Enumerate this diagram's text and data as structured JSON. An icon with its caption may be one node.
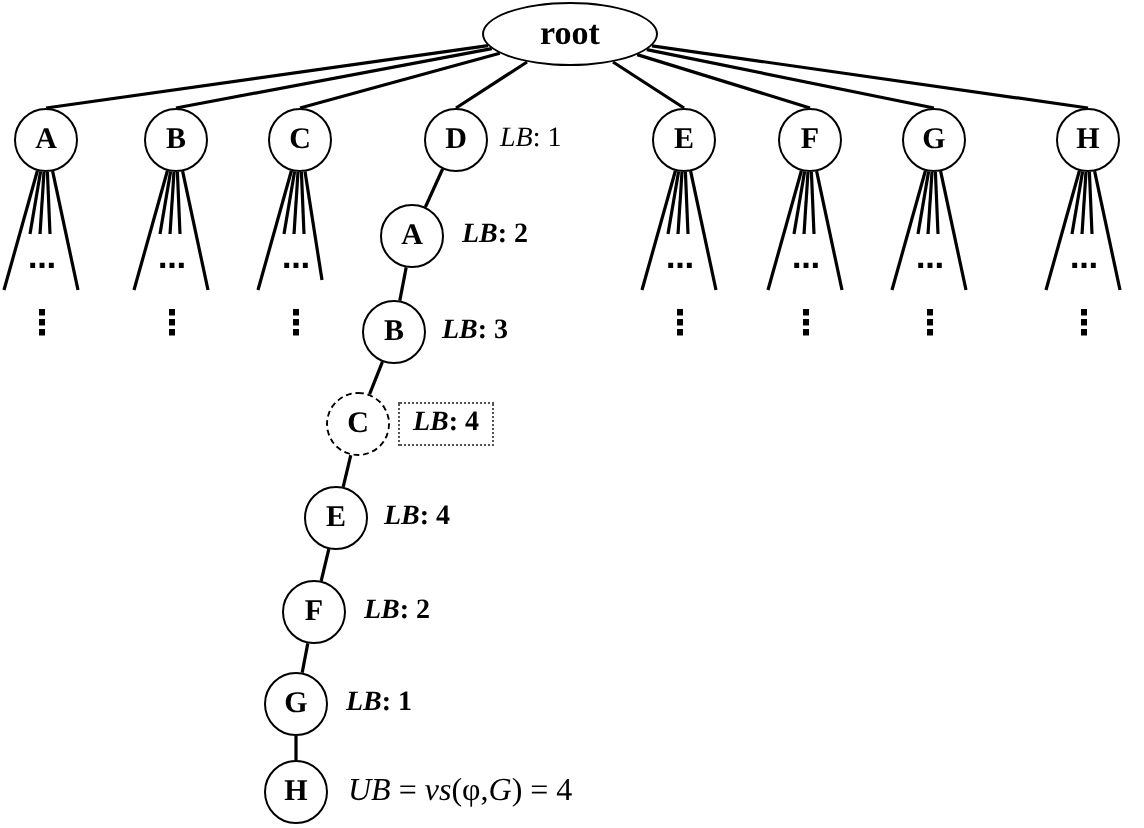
{
  "diagram": {
    "nodes": [
      {
        "text": [
          "root"
        ]
      },
      {
        "text": [
          "A"
        ]
      },
      {
        "text": [
          "B"
        ]
      },
      {
        "text": [
          "C"
        ]
      },
      {
        "text": [
          "D"
        ],
        "beside": [
          "*LB*: 1"
        ]
      },
      {
        "text": [
          "E"
        ]
      },
      {
        "text": [
          "F"
        ]
      },
      {
        "text": [
          "G"
        ]
      },
      {
        "text": [
          "H"
        ]
      },
      {
        "text": [
          "A"
        ],
        "beside": [
          "*LB*: 2"
        ]
      },
      {
        "text": [
          "B"
        ],
        "beside": [
          "*LB*: 3"
        ]
      },
      {
        "text": [
          "C"
        ]
      },
      {
        "text": [
          "*LB*: 4"
        ]
      },
      {
        "text": [
          "E"
        ],
        "beside": [
          "*LB*: 4"
        ]
      },
      {
        "text": [
          "F"
        ],
        "beside": [
          "*LB*: 2"
        ]
      },
      {
        "text": [
          "G"
        ],
        "beside": [
          "*LB*: 1"
        ]
      },
      {
        "text": [
          "H"
        ],
        "beside": [
          "*UB* = *vs*(φ,*G*) = 4"
        ]
      }
    ],
    "edges": [
      {
        "from": 0,
        "to": 1,
        "arrow": "none"
      },
      {
        "from": 0,
        "to": 2,
        "arrow": "none"
      },
      {
        "from": 0,
        "to": 3,
        "arrow": "none"
      },
      {
        "from": 0,
        "to": 4,
        "arrow": "none"
      },
      {
        "from": 0,
        "to": 5,
        "arrow": "none"
      },
      {
        "from": 0,
        "to": 6,
        "arrow": "none"
      },
      {
        "from": 0,
        "to": 7,
        "arrow": "none"
      },
      {
        "from": 0,
        "to": 8,
        "arrow": "none"
      },
      {
        "from": 4,
        "to": 9,
        "arrow": "none"
      },
      {
        "from": 9,
        "to": 10,
        "arrow": "none"
      },
      {
        "from": 10,
        "to": 11,
        "arrow": "none"
      },
      {
        "from": 11,
        "to": 13,
        "arrow": "none"
      },
      {
        "from": 13,
        "to": 14,
        "arrow": "none"
      },
      {
        "from": 14,
        "to": 15,
        "arrow": "none"
      },
      {
        "from": 15,
        "to": 16,
        "arrow": "none"
      },
      {
        "from": 1,
        "to": null,
        "arrow": "none"
      },
      {
        "from": 1,
        "to": null,
        "arrow": "none"
      },
      {
        "from": 1,
        "to": null,
        "arrow": "none"
      },
      {
        "from": 1,
        "to": null,
        "arrow": "none"
      },
      {
        "from": 1,
        "to": null,
        "arrow": "none"
      },
      {
        "from": 2,
        "to": null,
        "arrow": "none"
      },
      {
        "from": 2,
        "to": null,
        "arrow": "none"
      },
      {
        "from": 2,
        "to": null,
        "arrow": "none"
      },
      {
        "from": 2,
        "to": null,
        "arrow": "none"
      },
      {
        "from": 2,
        "to": null,
        "arrow": "none"
      },
      {
        "from": 3,
        "to": null,
        "arrow": "none"
      },
      {
        "from": 3,
        "to": null,
        "arrow": "none"
      },
      {
        "from": 3,
        "to": null,
        "arrow": "none"
      },
      {
        "from": 3,
        "to": null,
        "arrow": "none"
      },
      {
        "from": 3,
        "to": null,
        "arrow": "none"
      },
      {
        "from": 5,
        "to": null,
        "arrow": "none"
      },
      {
        "from": 5,
        "to": null,
        "arrow": "none"
      },
      {
        "from": 5,
        "to": null,
        "arrow": "none"
      },
      {
        "from": 5,
        "to": null,
        "arrow": "none"
      },
      {
        "from": 5,
        "to": null,
        "arrow": "none"
      },
      {
        "from": 6,
        "to": null,
        "arrow": "none"
      },
      {
        "from": 6,
        "to": null,
        "arrow": "none"
      },
      {
        "from": 6,
        "to": null,
        "arrow": "none"
      },
      {
        "from": 6,
        "to": null,
        "arrow": "none"
      },
      {
        "from": 6,
        "to": null,
        "arrow": "none"
      },
      {
        "from": 7,
        "to": null,
        "arrow": "none"
      },
      {
        "from": 7,
        "to": null,
        "arrow": "none"
      },
      {
        "from": 7,
        "to": null,
        "arrow": "none"
      },
      {
        "from": 7,
        "to": null,
        "arrow": "none"
      },
      {
        "from": 7,
        "to": null,
        "arrow": "none"
      },
      {
        "from": 8,
        "to": null,
        "arrow": "none"
      },
      {
        "from": 8,
        "to": null,
        "arrow": "none"
      },
      {
        "from": 8,
        "to": null,
        "arrow": "none"
      },
      {
        "from": 8,
        "to": null,
        "arrow": "none"
      },
      {
        "from": 8,
        "to": null,
        "arrow": "none"
      }
    ],
    "labels": [
      "…",
      "…",
      "…",
      "…",
      "…",
      "…",
      "…",
      "⋮",
      "⋮",
      "⋮",
      "⋮",
      "⋮",
      "⋮",
      "⋮"
    ]
  }
}
